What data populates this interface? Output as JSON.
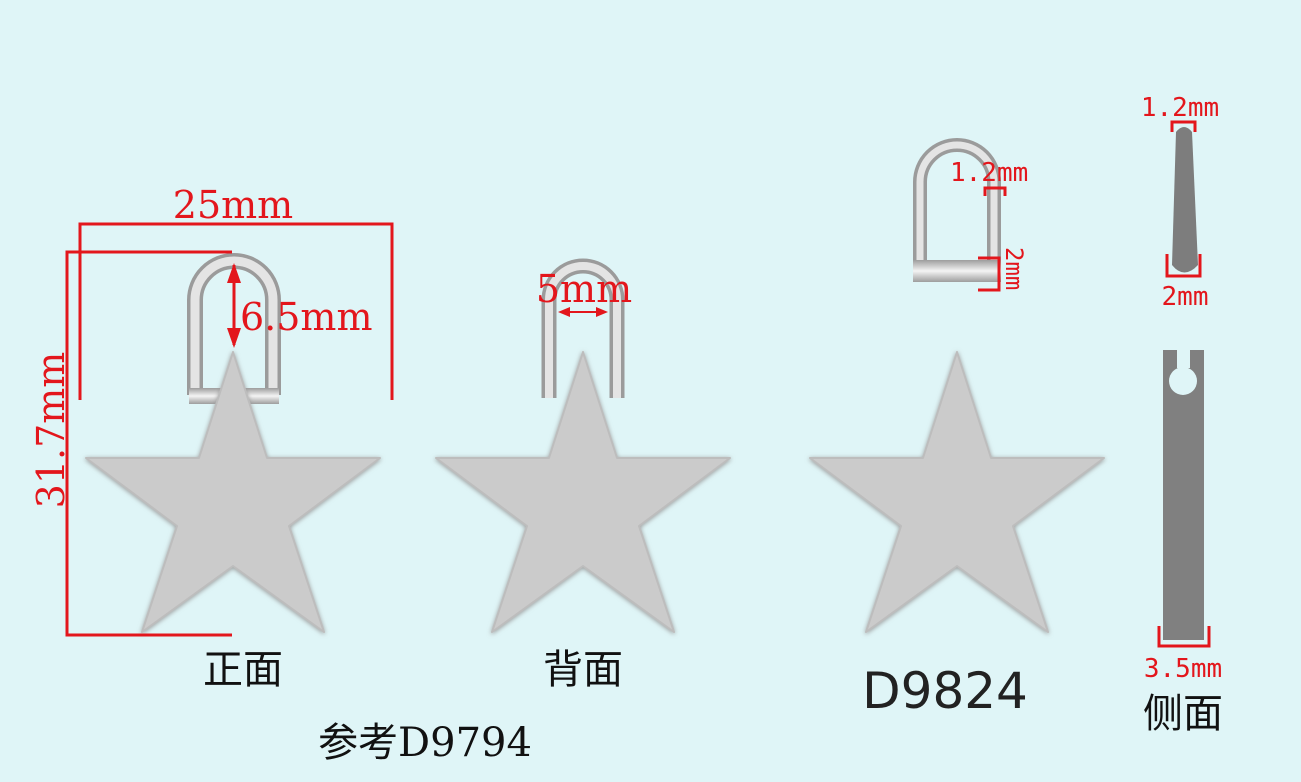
{
  "views": {
    "front": {
      "caption": "正面",
      "width_label": "25mm",
      "height_label": "31.7mm",
      "loop_label": "6.5mm"
    },
    "back": {
      "caption": "背面",
      "loop_label": "5mm"
    },
    "reference_code": "参考D9794",
    "alt": {
      "code": "D9824",
      "wire_label": "1.2mm",
      "bar_label": "2mm"
    },
    "side": {
      "caption": "侧面",
      "top_label": "1.2mm",
      "mid_label": "2mm",
      "bottom_label": "3.5mm"
    }
  },
  "colors": {
    "background": "#dff5f7",
    "dimension": "#e3161c",
    "metal": "#cfcfcf",
    "side": "#808080"
  }
}
